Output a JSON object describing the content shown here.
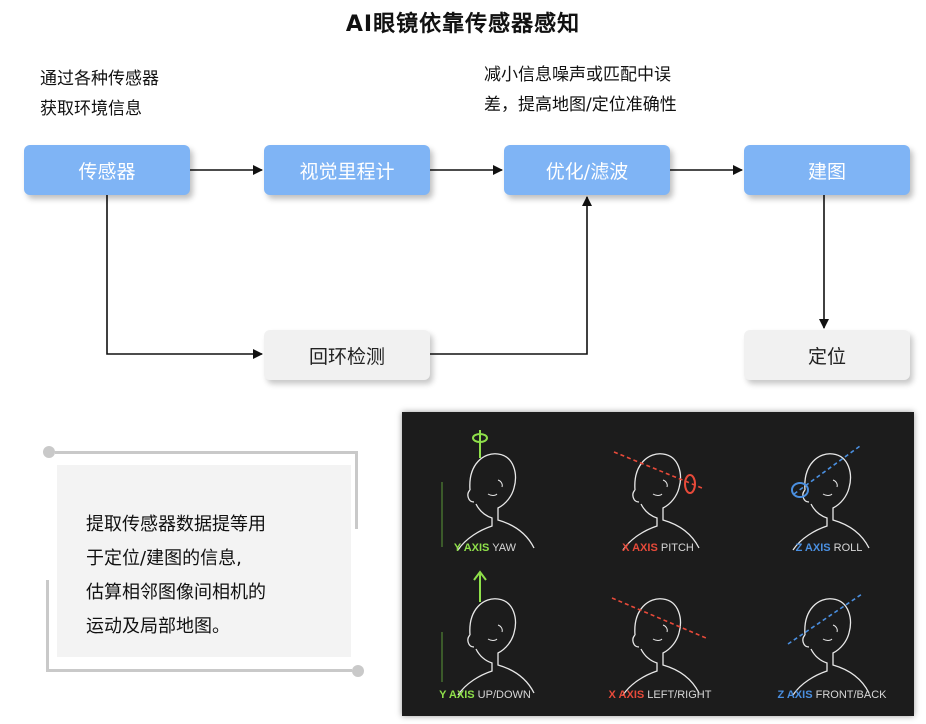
{
  "title": "AI眼镜依靠传感器感知",
  "notes": {
    "left_line1": "通过各种传感器",
    "left_line2": "获取环境信息",
    "right_line1": "减小信息噪声或匹配中误",
    "right_line2": "差，提高地图/定位准确性"
  },
  "nodes": {
    "sensor": "传感器",
    "visual_odometry": "视觉里程计",
    "optimization": "优化/滤波",
    "mapping": "建图",
    "loop_detection": "回环检测",
    "localization": "定位"
  },
  "panel": {
    "line1": "提取传感器数据提等用",
    "line2": "于定位/建图的信息,",
    "line3": "估算相邻图像间相机的",
    "line4": "运动及局部地图。"
  },
  "photo_labels": [
    {
      "axis": "Y AXIS",
      "motion": "YAW"
    },
    {
      "axis": "X AXIS",
      "motion": "PITCH"
    },
    {
      "axis": "Z AXIS",
      "motion": "ROLL"
    },
    {
      "axis": "Y AXIS",
      "motion": "UP/DOWN"
    },
    {
      "axis": "X AXIS",
      "motion": "LEFT/RIGHT"
    },
    {
      "axis": "Z AXIS",
      "motion": "FRONT/BACK"
    }
  ],
  "colors": {
    "node_blue": "#7fb4f5",
    "node_gray": "#f1f1f1",
    "y_axis": "#8fe04a",
    "x_axis": "#e84a3a",
    "z_axis": "#4a8fe0"
  }
}
